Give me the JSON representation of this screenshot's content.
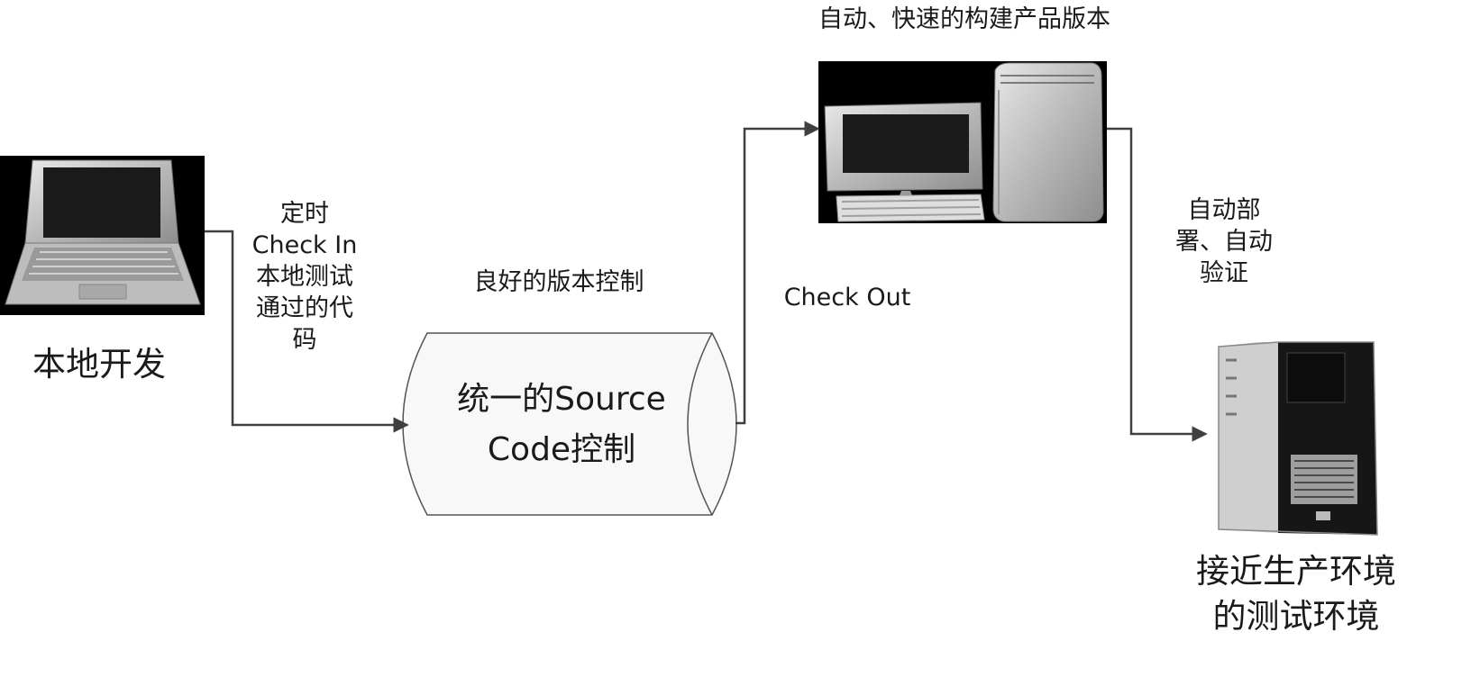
{
  "nodes": {
    "laptop": {
      "icon": "laptop-icon",
      "label": "本地开发"
    },
    "source_control": {
      "shape": "cylinder",
      "label": "统一的Source\nCode控制",
      "caption": "良好的版本控制"
    },
    "build_server": {
      "icon": "desktop-computer-icon",
      "caption": "自动、快速的构建产品版本"
    },
    "test_server": {
      "icon": "tower-server-icon",
      "label": "接近生产环境\n的测试环境"
    }
  },
  "edges": {
    "checkin": {
      "label": "定时\nCheck In\n本地测试\n通过的代\n码"
    },
    "checkout": {
      "label": "Check Out"
    },
    "deploy": {
      "label": "自动部\n署、自动\n验证"
    }
  },
  "colors": {
    "arrow": "#404040",
    "cylinder_fill": "#f8f8f8",
    "cylinder_stroke": "#555555",
    "image_bg": "#000000"
  }
}
